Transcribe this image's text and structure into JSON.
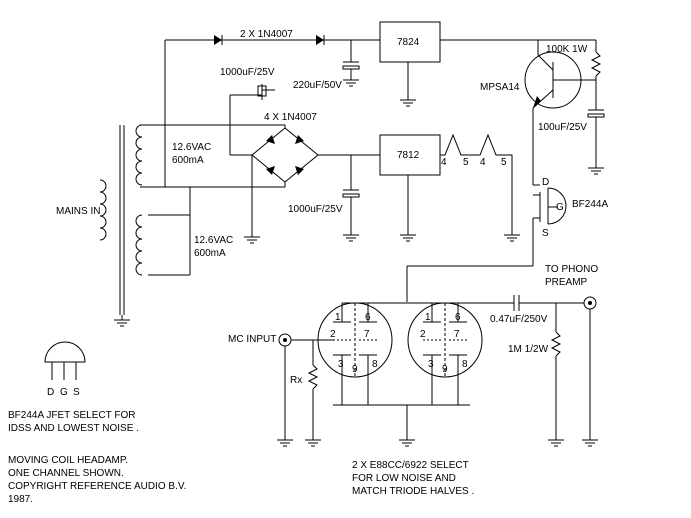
{
  "labels": {
    "d1": "2 X 1N4007",
    "reg1": "7824",
    "c_small": "1000uF/25V",
    "c_220": "220uF/50V",
    "r_100k": "100K 1W",
    "mpsa": "MPSA14",
    "bridge": "4 X 1N4007",
    "ac1_a": "12.6VAC",
    "ac1_b": "600mA",
    "reg2": "7812",
    "h4a": "4",
    "h5a": "5",
    "h4b": "4",
    "h5b": "5",
    "c_100": "100uF/25V",
    "d_pin": "D",
    "g_pin": "G",
    "s_pin": "S",
    "jfet": "BF244A",
    "mains": "MAINS IN",
    "c_1000b": "1000uF/25V",
    "ac2_a": "12.6VAC",
    "ac2_b": "600mA",
    "phono_a": "TO PHONO",
    "phono_b": "PREAMP",
    "c_047": "0.47uF/250V",
    "mc_input": "MC INPUT",
    "r_1m": "1M 1/2W",
    "rx": "Rx",
    "p1a": "1",
    "p6a": "6",
    "p2a": "2",
    "p7a": "7",
    "p3a": "3",
    "p8a": "8",
    "p9a": "9",
    "p1b": "1",
    "p6b": "6",
    "p2b": "2",
    "p7b": "7",
    "p3b": "3",
    "p8b": "8",
    "p9b": "9",
    "pkg_d": "D",
    "pkg_g": "G",
    "pkg_s": "S",
    "note1_a": "BF244A JFET SELECT FOR",
    "note1_b": "IDSS AND LOWEST NOISE .",
    "note2_a": "MOVING COIL HEADAMP.",
    "note2_b": "ONE CHANNEL SHOWN.",
    "note2_c": "COPYRIGHT REFERENCE AUDIO B.V.",
    "note2_d": "1987.",
    "note3_a": "2 X E88CC/6922 SELECT",
    "note3_b": "FOR LOW NOISE AND",
    "note3_c": "MATCH TRIODE HALVES ."
  }
}
